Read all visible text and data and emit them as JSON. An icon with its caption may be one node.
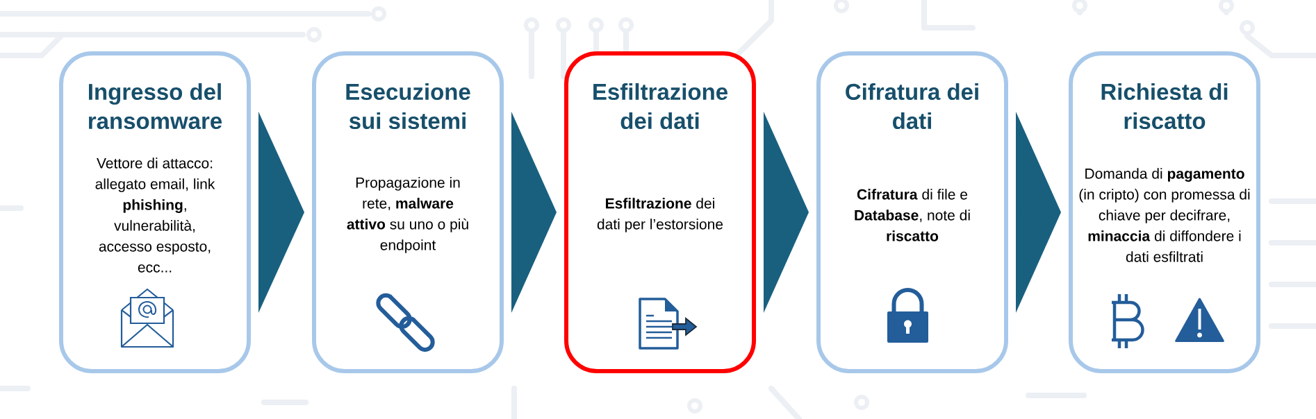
{
  "diagram": {
    "nodes": [
      {
        "text": [
          "Ingresso del ransomware",
          "Vettore di attacco: allegato email, link **phishing**, vulnerabilità, accesso esposto, ecc..."
        ]
      },
      {
        "text": [
          "Esecuzione sui sistemi",
          "Propagazione in rete, **malware attivo** su uno o più endpoint"
        ]
      },
      {
        "text": [
          "Esfiltrazione dei dati",
          "**Esfiltrazione** dei dati per l’estorsione"
        ]
      },
      {
        "text": [
          "Cifratura dei dati",
          "**Cifratura** di file e **Database**, note di **riscatto**"
        ]
      },
      {
        "text": [
          "Richiesta di riscatto",
          "Domanda di **pagamento** (in cripto) con promessa di chiave per decifrare, **minaccia** di diffondere i dati esfiltrati"
        ]
      }
    ],
    "edges": [
      {
        "from": 0,
        "to": 1,
        "arrow": "to"
      },
      {
        "from": 1,
        "to": 2,
        "arrow": "to"
      },
      {
        "from": 2,
        "to": 3,
        "arrow": "to"
      },
      {
        "from": 3,
        "to": 4,
        "arrow": "to"
      }
    ]
  }
}
